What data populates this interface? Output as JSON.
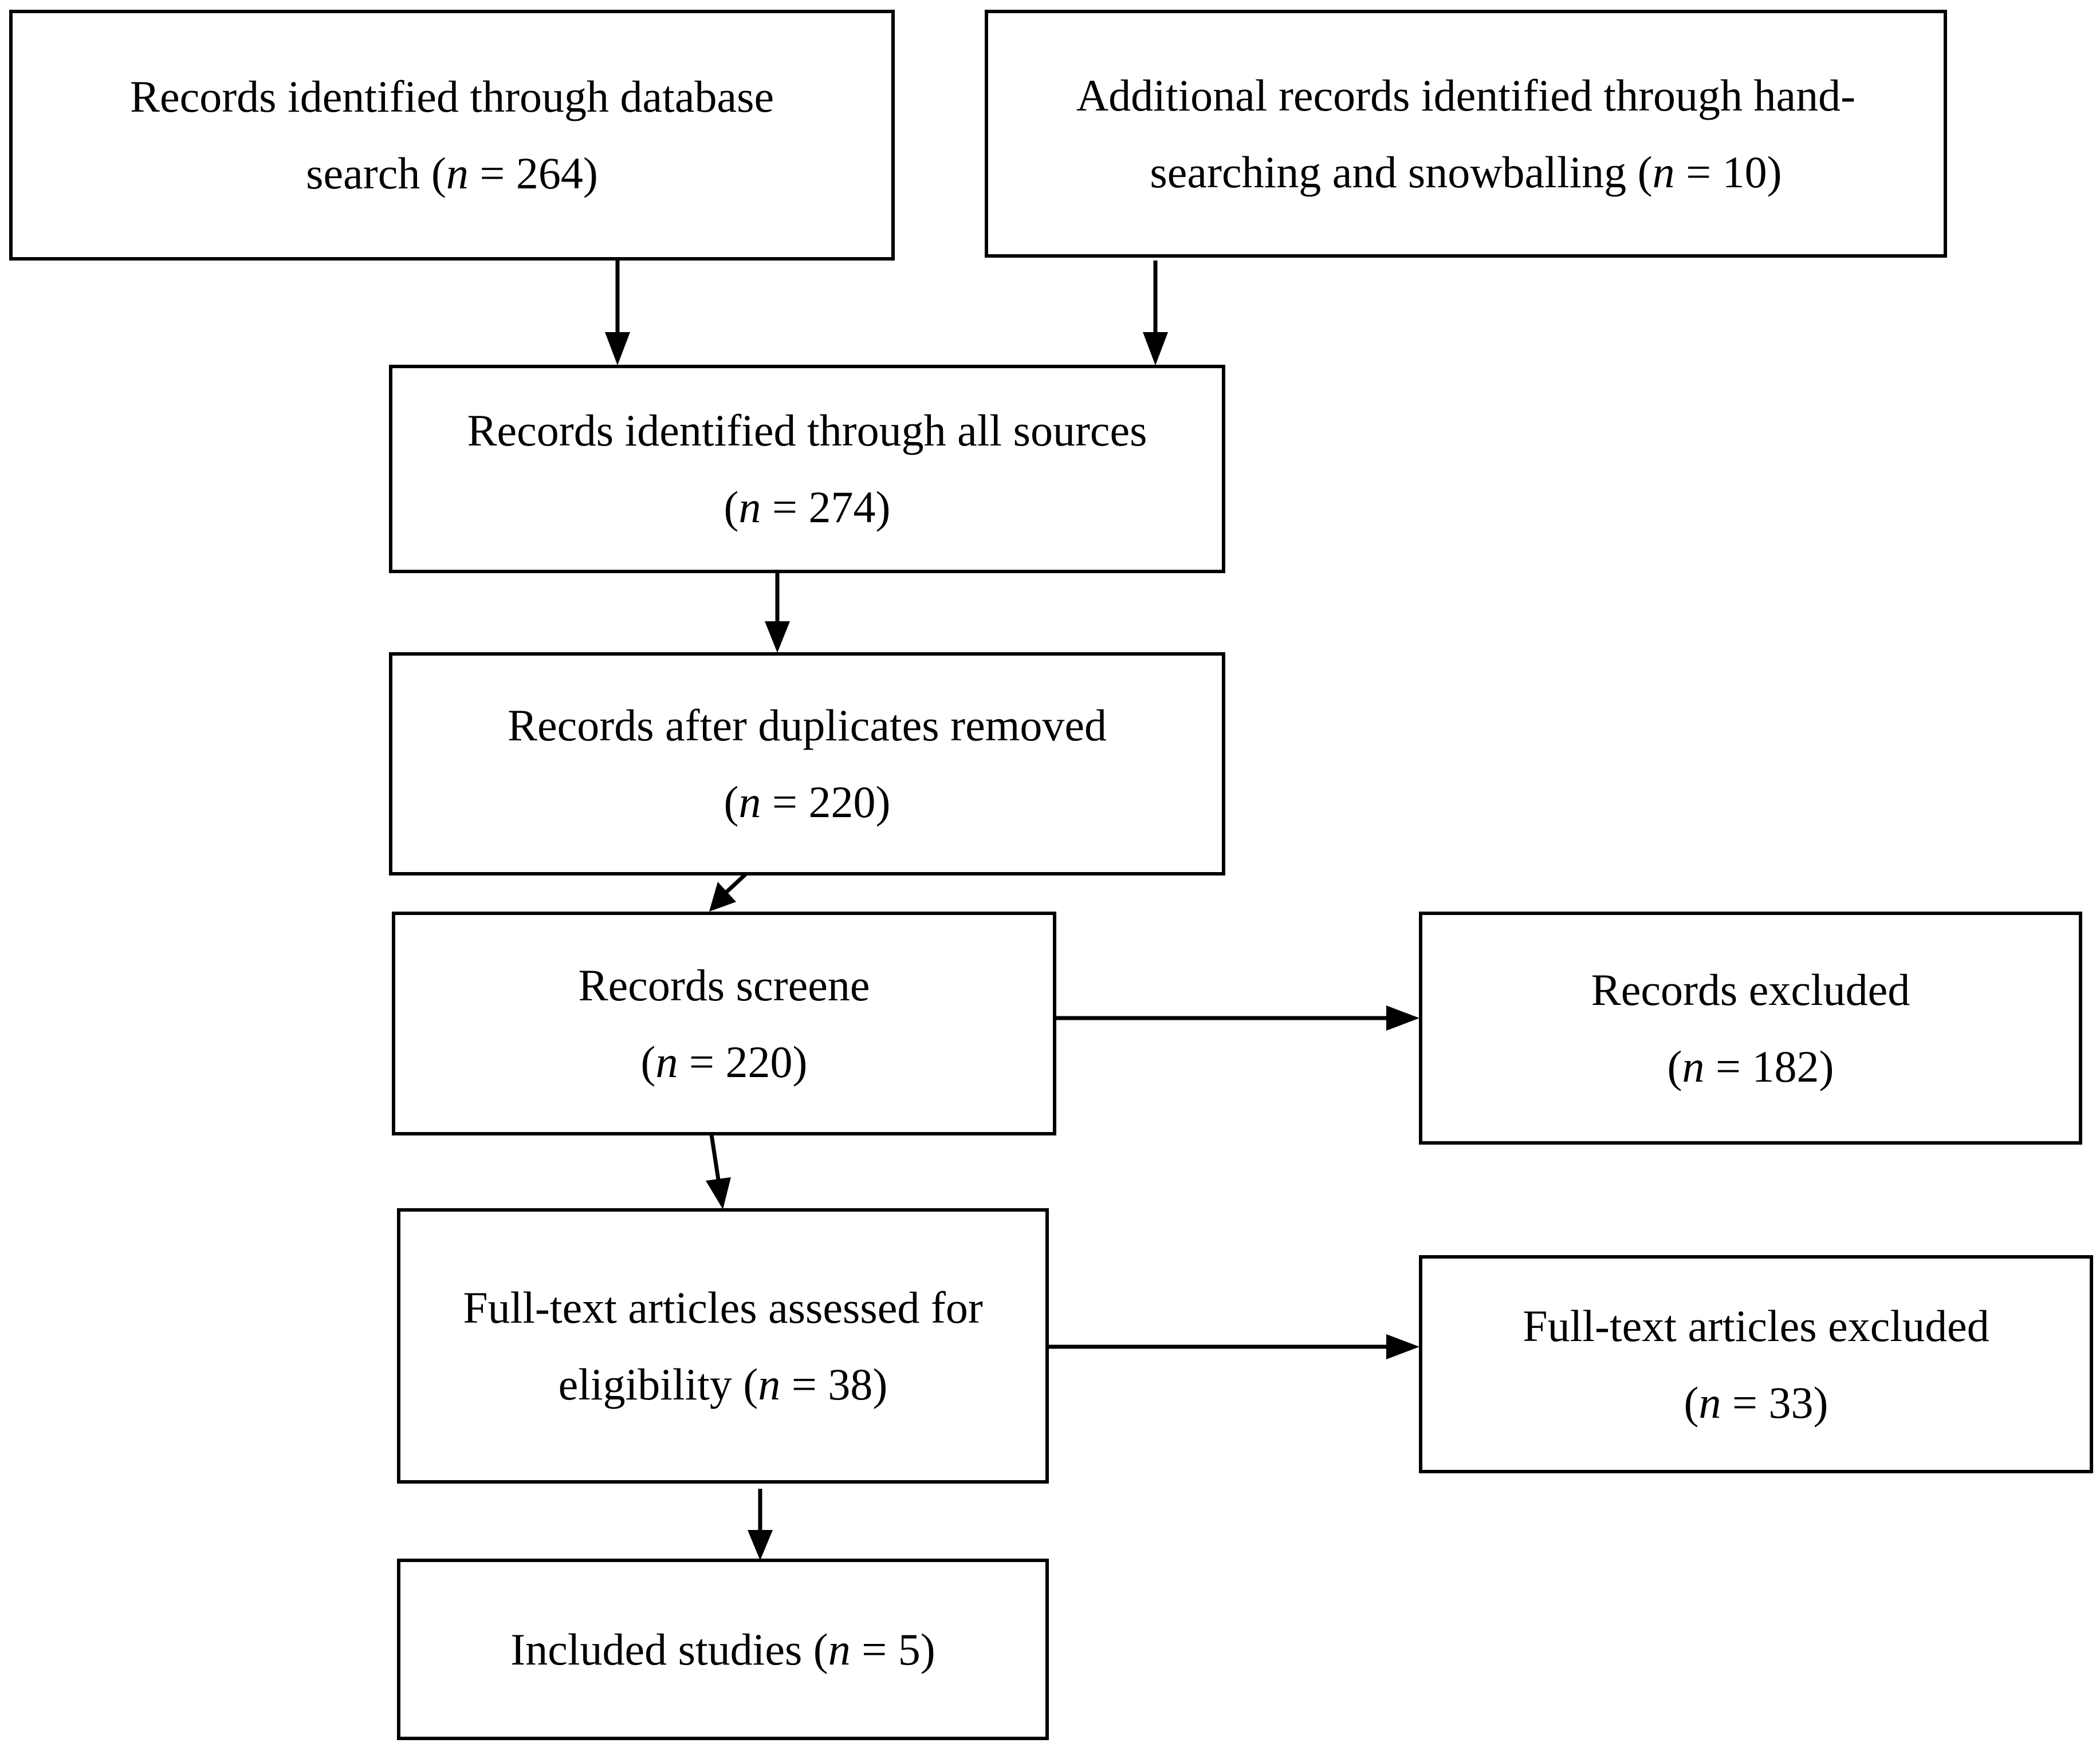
{
  "flowchart": {
    "boxes": {
      "database_search": {
        "lines": [
          {
            "text": "Records identified through database"
          },
          {
            "pre": "search (",
            "n": "n",
            "post": " = 264)"
          }
        ]
      },
      "hand_search": {
        "lines": [
          {
            "text": "Additional records identified through hand-"
          },
          {
            "pre": "searching and snowballing (",
            "n": "n",
            "post": " = 10)"
          }
        ]
      },
      "all_sources": {
        "lines": [
          {
            "text": "Records identified through all sources"
          },
          {
            "pre": "(",
            "n": "n",
            "post": " = 274)"
          }
        ]
      },
      "duplicates_removed": {
        "lines": [
          {
            "text": "Records after duplicates removed"
          },
          {
            "pre": "(",
            "n": "n",
            "post": " = 220)"
          }
        ]
      },
      "screened": {
        "lines": [
          {
            "text": "Records screene"
          },
          {
            "pre": "(",
            "n": "n",
            "post": " = 220)"
          }
        ]
      },
      "excluded": {
        "lines": [
          {
            "text": "Records excluded"
          },
          {
            "pre": "(",
            "n": "n",
            "post": " = 182)"
          }
        ]
      },
      "fulltext_assessed": {
        "lines": [
          {
            "text": "Full-text articles assessed for"
          },
          {
            "pre": "eligibility (",
            "n": "n",
            "post": " = 38)"
          }
        ]
      },
      "fulltext_excluded": {
        "lines": [
          {
            "text": "Full-text articles excluded"
          },
          {
            "pre": "(",
            "n": "n",
            "post": " = 33)"
          }
        ]
      },
      "included": {
        "lines": [
          {
            "pre": "Included studies (",
            "n": "n",
            "post": " = 5)"
          }
        ]
      }
    }
  }
}
